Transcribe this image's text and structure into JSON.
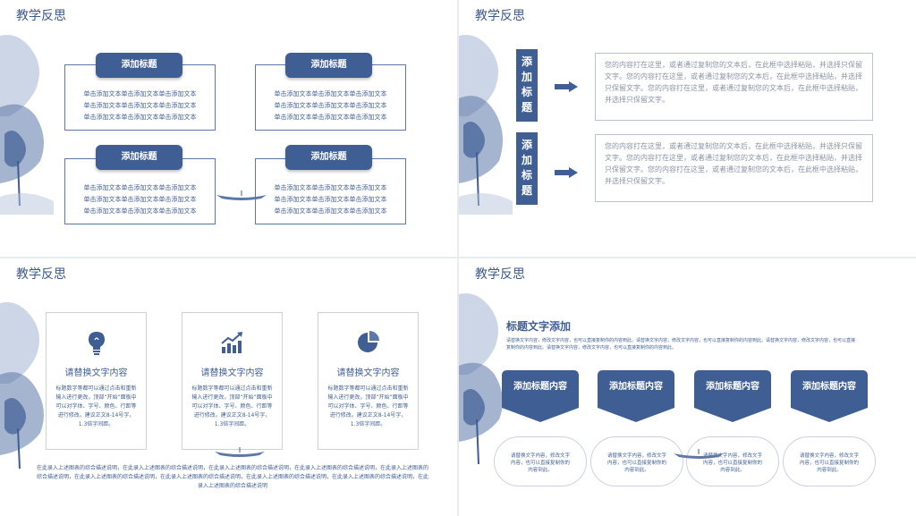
{
  "colors": {
    "navy": "#3f5e94",
    "title": "#3c5a8c",
    "text_gray": "#8a94a6"
  },
  "slides": [
    {
      "title": "教学反思",
      "blocks": [
        {
          "heading": "添加标题",
          "lines": [
            "单击添加文本单击添加文本单击添加文本",
            "单击添加文本单击添加文本单击添加文本",
            "单击添加文本单击添加文本单击添加文本"
          ]
        },
        {
          "heading": "添加标题",
          "lines": [
            "单击添加文本单击添加文本单击添加文本",
            "单击添加文本单击添加文本单击添加文本",
            "单击添加文本单击添加文本单击添加文本"
          ]
        },
        {
          "heading": "添加标题",
          "lines": [
            "单击添加文本单击添加文本单击添加文本",
            "单击添加文本单击添加文本单击添加文本",
            "单击添加文本单击添加文本单击添加文本"
          ]
        },
        {
          "heading": "添加标题",
          "lines": [
            "单击添加文本单击添加文本单击添加文本",
            "单击添加文本单击添加文本单击添加文本",
            "单击添加文本单击添加文本单击添加文本"
          ]
        }
      ]
    },
    {
      "title": "教学反思",
      "rows": [
        {
          "label": [
            "添",
            "加",
            "标",
            "题"
          ],
          "text": "您的内容打在这里，或者通过复制您的文本后，在此框中选择粘贴，并选择只保留文字。您的内容打在这里，或者通过复制您的文本后，在此框中选择粘贴，并选择只保留文字。您的内容打在这里，或者通过复制您的文本后，在此框中选择粘贴，并选择只保留文字。"
        },
        {
          "label": [
            "添",
            "加",
            "标",
            "题"
          ],
          "text": "您的内容打在这里，或者通过复制您的文本后，在此框中选择粘贴，并选择只保留文字。您的内容打在这里，或者通过复制您的文本后，在此框中选择粘贴，并选择只保留文字。您的内容打在这里，或者通过复制您的文本后，在此框中选择粘贴，并选择只保留文字。"
        }
      ]
    },
    {
      "title": "教学反思",
      "cards": [
        {
          "icon": "lightbulb-icon",
          "title": "请替换文字内容",
          "body": "标题数字等都可以通过点击和重新输入进行更改，顶部“开始”面板中可以对字体、字号、颜色、行距等进行修改。建议正文8-14号字，1.3倍字间距。"
        },
        {
          "icon": "growth-chart-icon",
          "title": "请替换文字内容",
          "body": "标题数字等都可以通过点击和重新输入进行更改，顶部“开始”面板中可以对字体、字号、颜色、行距等进行修改。建议正文8-14号字，1.3倍字间距。"
        },
        {
          "icon": "pie-chart-icon",
          "title": "请替换文字内容",
          "body": "标题数字等都可以通过点击和重新输入进行更改，顶部“开始”面板中可以对字体、字号、颜色、行距等进行修改。建议正文8-14号字，1.3倍字间距。"
        }
      ],
      "footer": "在此录入上述图表的综合描述说明，在此录入上述图表的综合描述说明，在此录入上述图表的综合描述说明，在此录入上述图表的综合描述说明，在此录入上述图表的综合描述说明，在此录入上述图表的综合描述说明，在此录入上述图表的综合描述说明，在此录入上述图表的综合描述说明，在此录入上述图表的综合描述说明，在此录入上述图表的综合描述说明"
    },
    {
      "title": "教学反思",
      "heading": "标题文字添加",
      "description": "请替换文字内容，修改文字内容，也可以直接复制你的内容到此。请替换文字内容，修改文字内容，也可以直接复制你的内容到此。请替换文字内容，修改文字内容，也可以直接复制你的内容到此。请替换文字内容，修改文字内容，也可以直接复制你的内容到此。",
      "tags": [
        "添加标题内容",
        "添加标题内容",
        "添加标题内容",
        "添加标题内容"
      ],
      "ovals": [
        [
          "请替换文字内容，修改文字",
          "内容，也可以直接复制你的",
          "内容到此。"
        ],
        [
          "请替换文字内容，修改文字",
          "内容，也可以直接复制你的",
          "内容到此。"
        ],
        [
          "请替换文字内容，修改文字",
          "内容，也可以直接复制你的",
          "内容到此。"
        ],
        [
          "请替换文字内容，修改文字",
          "内容，也可以直接复制你的",
          "内容到此。"
        ]
      ]
    }
  ]
}
